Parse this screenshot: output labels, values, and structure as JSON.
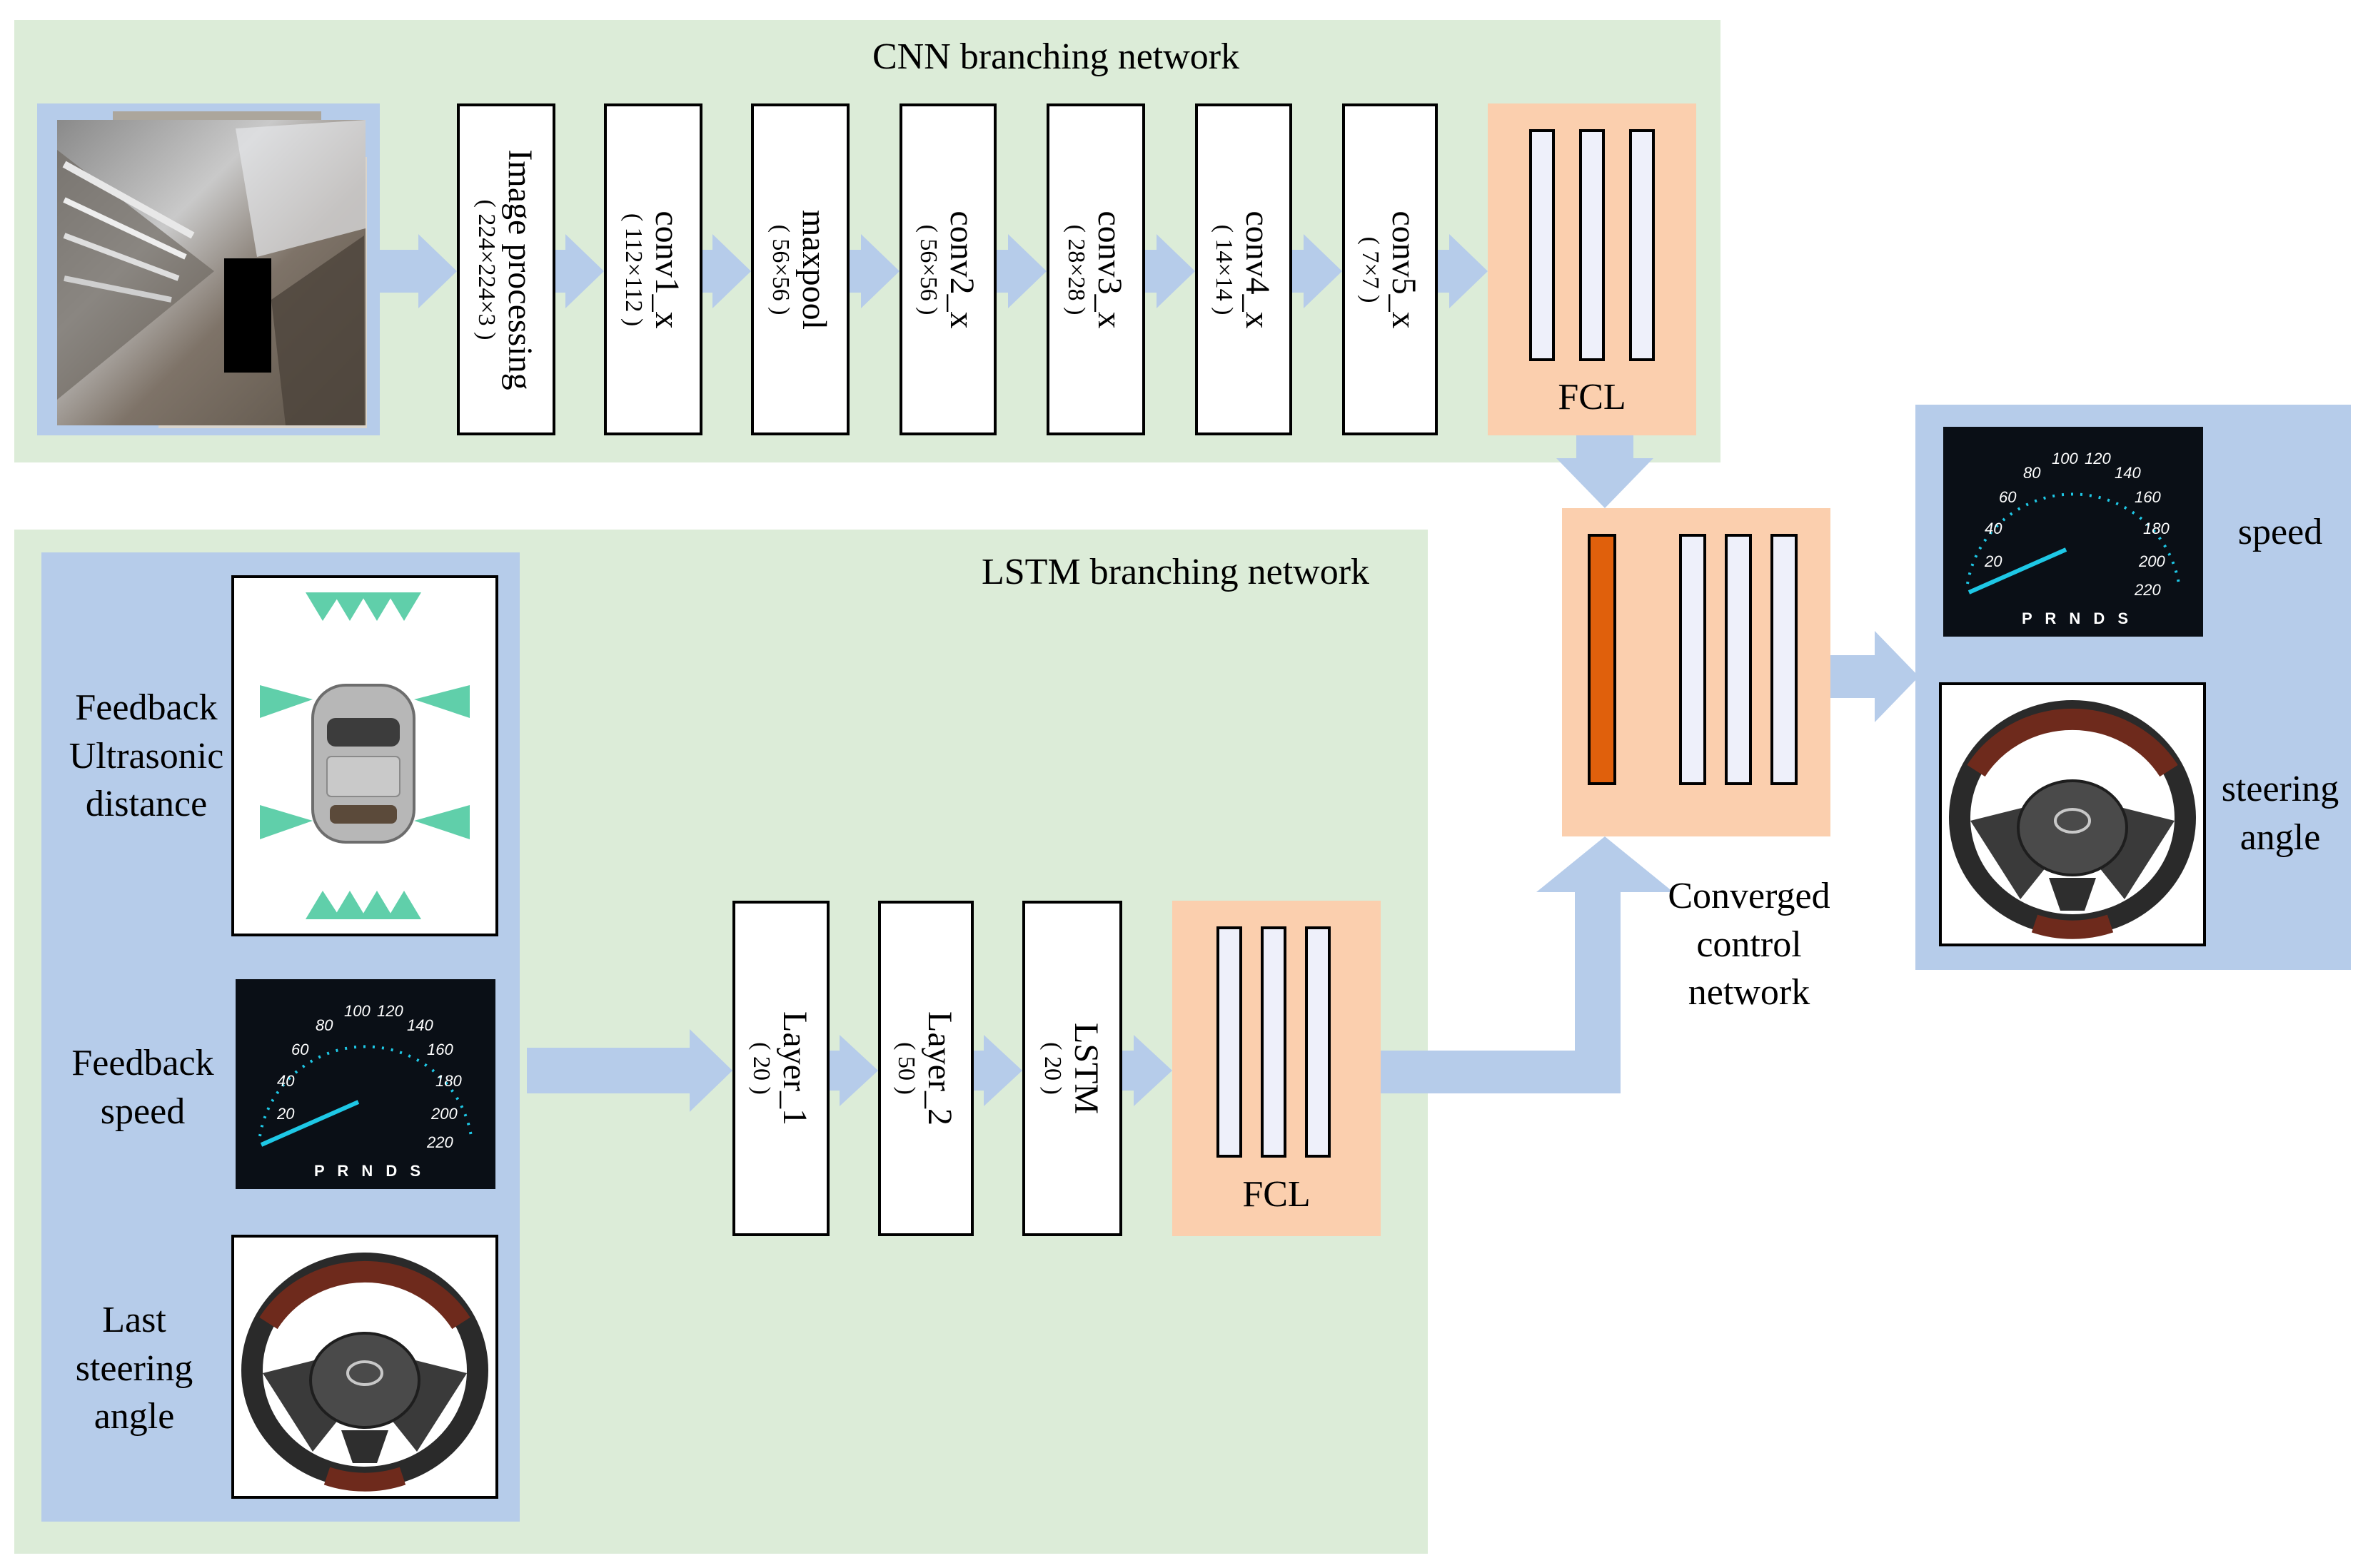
{
  "cnn": {
    "title": "CNN branching network",
    "blocks": [
      {
        "name": "Image processing",
        "size": "( 224×224×3 )"
      },
      {
        "name": "conv1_x",
        "size": "( 112×112 )"
      },
      {
        "name": "maxpool",
        "size": "( 56×56 )"
      },
      {
        "name": "conv2_x",
        "size": "( 56×56 )"
      },
      {
        "name": "conv3_x",
        "size": "( 28×28 )"
      },
      {
        "name": "conv4_x",
        "size": "( 14×14 )"
      },
      {
        "name": "conv5_x",
        "size": "( 7×7 )"
      }
    ],
    "fcl_label": "FCL"
  },
  "lstm": {
    "title": "LSTM branching network",
    "inputs": [
      {
        "label": "Feedback Ultrasonic distance",
        "lines": [
          "Feedback",
          "Ultrasonic",
          "distance"
        ]
      },
      {
        "label": "Feedback speed",
        "lines": [
          "Feedback",
          "speed"
        ]
      },
      {
        "label": "Last steering angle",
        "lines": [
          "Last",
          "steering",
          "angle"
        ]
      }
    ],
    "blocks": [
      {
        "name": "Layer_1",
        "size": "( 20 )"
      },
      {
        "name": "Layer_2",
        "size": "( 50 )"
      },
      {
        "name": "LSTM",
        "size": "( 20 )"
      }
    ],
    "fcl_label": "FCL"
  },
  "converged": {
    "lines": [
      "Converged",
      "control",
      "network"
    ]
  },
  "outputs": {
    "speed_lines": [
      "speed"
    ],
    "steering_lines": [
      "steering",
      "angle"
    ]
  },
  "speedometer": {
    "ticks": [
      "20",
      "40",
      "60",
      "80",
      "100",
      "120",
      "140",
      "160",
      "180",
      "200",
      "220"
    ],
    "gear": "P R N D S"
  },
  "colors": {
    "panel_green": "#dcecd8",
    "panel_blue": "#b6ccea",
    "peach": "#fbcfae",
    "arrow": "#b6ccea",
    "highlight_bar": "#e0600c",
    "sensor": "#2bbf8e",
    "gauge_needle": "#1ec8e6"
  }
}
